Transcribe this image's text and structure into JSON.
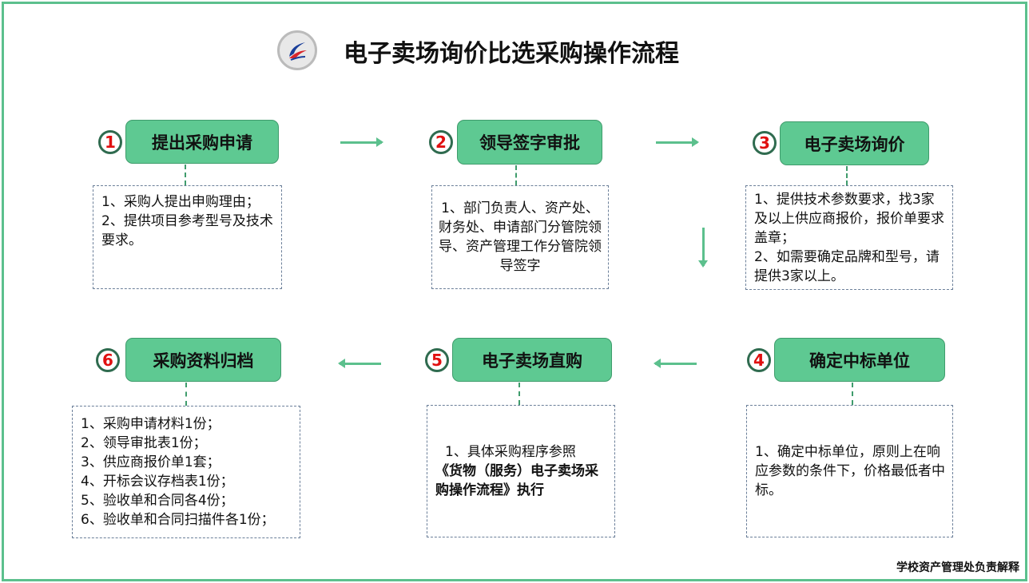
{
  "title": "电子卖场询价比选采购操作流程",
  "steps": [
    {
      "num": "1",
      "label": "提出采购申请",
      "desc": [
        "1、采购人提出申购理由；",
        "2、提供项目参考型号及技术要求。"
      ]
    },
    {
      "num": "2",
      "label": "领导签字审批",
      "desc": [
        "1、部门负责人、资产处、财务处、申请部门分管院领导、资产管理工作分管院领导签字"
      ]
    },
    {
      "num": "3",
      "label": "电子卖场询价",
      "desc": [
        "1、提供技术参数要求，找3家及以上供应商报价，报价单要求盖章；",
        "2、如需要确定品牌和型号，请提供3家以上。"
      ]
    },
    {
      "num": "4",
      "label": "确定中标单位",
      "desc": [
        "1、确定中标单位，原则上在响应参数的条件下，价格最低者中标。"
      ]
    },
    {
      "num": "5",
      "label": "电子卖场直购",
      "desc": [
        "1、具体采购程序参照",
        "《货物（服务）电子卖场采购操作流程》执行"
      ]
    },
    {
      "num": "6",
      "label": "采购资料归档",
      "desc": [
        "1、采购申请材料1份；",
        "2、领导审批表1份；",
        "3、供应商报价单1套；",
        "4、开标会议存档表1份；",
        "5、验收单和合同各4份；",
        "6、验收单和合同扫描件各1份；"
      ]
    }
  ],
  "footer": "学校资产管理处负责解释"
}
